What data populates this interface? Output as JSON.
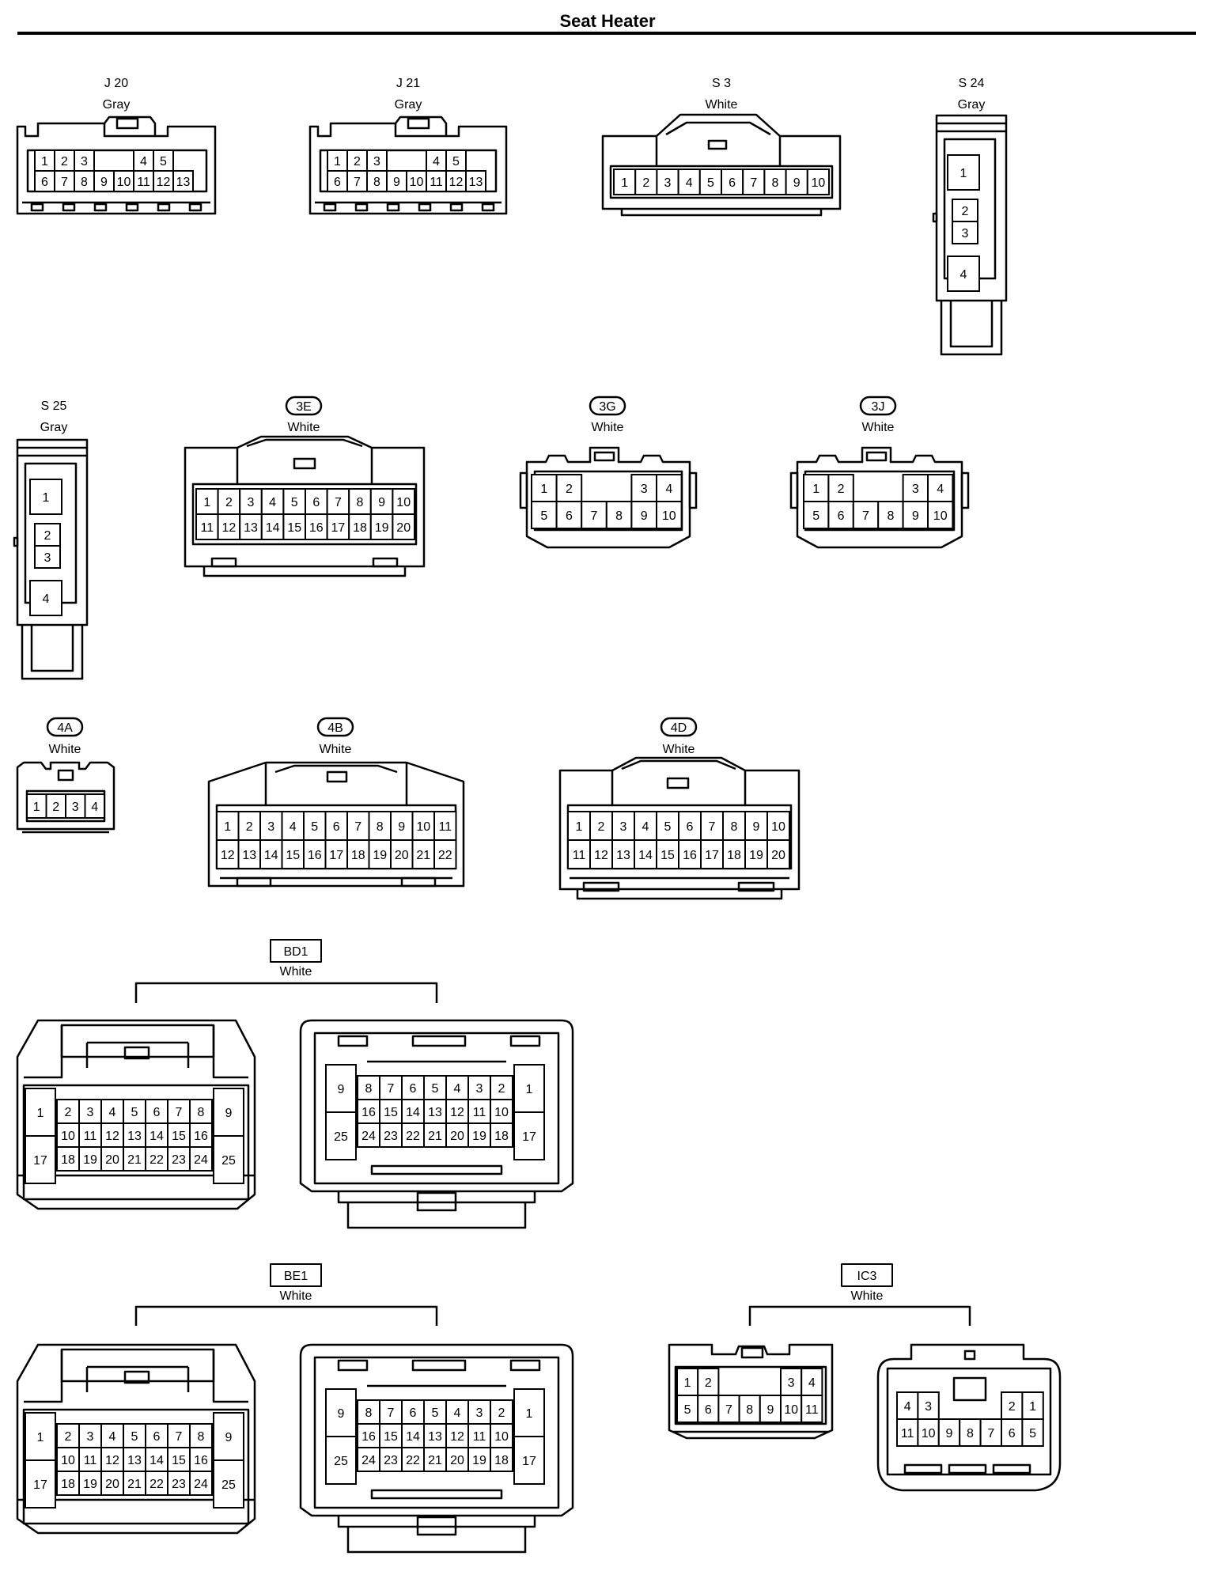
{
  "title": "Seat Heater",
  "connectors": {
    "J20": {
      "id": "J 20",
      "color": "Gray"
    },
    "J21": {
      "id": "J 21",
      "color": "Gray"
    },
    "S3": {
      "id": "S 3",
      "color": "White"
    },
    "S24": {
      "id": "S 24",
      "color": "Gray"
    },
    "S25": {
      "id": "S 25",
      "color": "Gray"
    },
    "C3E": {
      "id": "3E",
      "color": "White"
    },
    "C3G": {
      "id": "3G",
      "color": "White"
    },
    "C3J": {
      "id": "3J",
      "color": "White"
    },
    "C4A": {
      "id": "4A",
      "color": "White"
    },
    "C4B": {
      "id": "4B",
      "color": "White"
    },
    "C4D": {
      "id": "4D",
      "color": "White"
    },
    "BD1": {
      "id": "BD1",
      "color": "White"
    },
    "BE1": {
      "id": "BE1",
      "color": "White"
    },
    "IC3": {
      "id": "IC3",
      "color": "White"
    }
  },
  "pins": {
    "J20": [
      [
        "1",
        "2",
        "3",
        "",
        "",
        "4",
        "5"
      ],
      [
        "6",
        "7",
        "8",
        "9",
        "10",
        "11",
        "12",
        "13"
      ]
    ],
    "J21": [
      [
        "1",
        "2",
        "3",
        "",
        "",
        "4",
        "5"
      ],
      [
        "6",
        "7",
        "8",
        "9",
        "10",
        "11",
        "12",
        "13"
      ]
    ],
    "S3": [
      [
        "1",
        "2",
        "3",
        "4",
        "5",
        "6",
        "7",
        "8",
        "9",
        "10"
      ]
    ],
    "S24": [
      "1",
      "2",
      "3",
      "4"
    ],
    "S25": [
      "1",
      "2",
      "3",
      "4"
    ],
    "C3E": [
      [
        "1",
        "2",
        "3",
        "4",
        "5",
        "6",
        "7",
        "8",
        "9",
        "10"
      ],
      [
        "11",
        "12",
        "13",
        "14",
        "15",
        "16",
        "17",
        "18",
        "19",
        "20"
      ]
    ],
    "C3G": [
      [
        "1",
        "2",
        "",
        "",
        "3",
        "4"
      ],
      [
        "5",
        "6",
        "7",
        "8",
        "9",
        "10"
      ]
    ],
    "C3J": [
      [
        "1",
        "2",
        "",
        "",
        "3",
        "4"
      ],
      [
        "5",
        "6",
        "7",
        "8",
        "9",
        "10"
      ]
    ],
    "C4A": [
      [
        "1",
        "2",
        "3",
        "4"
      ]
    ],
    "C4B": [
      [
        "1",
        "2",
        "3",
        "4",
        "5",
        "6",
        "7",
        "8",
        "9",
        "10",
        "11"
      ],
      [
        "12",
        "13",
        "14",
        "15",
        "16",
        "17",
        "18",
        "19",
        "20",
        "21",
        "22"
      ]
    ],
    "C4D": [
      [
        "1",
        "2",
        "3",
        "4",
        "5",
        "6",
        "7",
        "8",
        "9",
        "10"
      ],
      [
        "11",
        "12",
        "13",
        "14",
        "15",
        "16",
        "17",
        "18",
        "19",
        "20"
      ]
    ],
    "BD_MALE": {
      "left": [
        "1",
        "17"
      ],
      "right": [
        "9",
        "25"
      ],
      "rows": [
        [
          "2",
          "3",
          "4",
          "5",
          "6",
          "7",
          "8"
        ],
        [
          "10",
          "11",
          "12",
          "13",
          "14",
          "15",
          "16"
        ],
        [
          "18",
          "19",
          "20",
          "21",
          "22",
          "23",
          "24"
        ]
      ]
    },
    "BD_FEMALE": {
      "left": [
        "9",
        "25"
      ],
      "right": [
        "1",
        "17"
      ],
      "rows": [
        [
          "8",
          "7",
          "6",
          "5",
          "4",
          "3",
          "2"
        ],
        [
          "16",
          "15",
          "14",
          "13",
          "12",
          "11",
          "10"
        ],
        [
          "24",
          "23",
          "22",
          "21",
          "20",
          "19",
          "18"
        ]
      ]
    },
    "IC3_MALE": [
      [
        "1",
        "2",
        "",
        "",
        "",
        "3",
        "4"
      ],
      [
        "5",
        "6",
        "7",
        "8",
        "9",
        "10",
        "11"
      ]
    ],
    "IC3_FEMALE": [
      [
        "4",
        "3",
        "",
        "",
        "",
        "2",
        "1"
      ],
      [
        "11",
        "10",
        "9",
        "8",
        "7",
        "6",
        "5"
      ]
    ]
  }
}
